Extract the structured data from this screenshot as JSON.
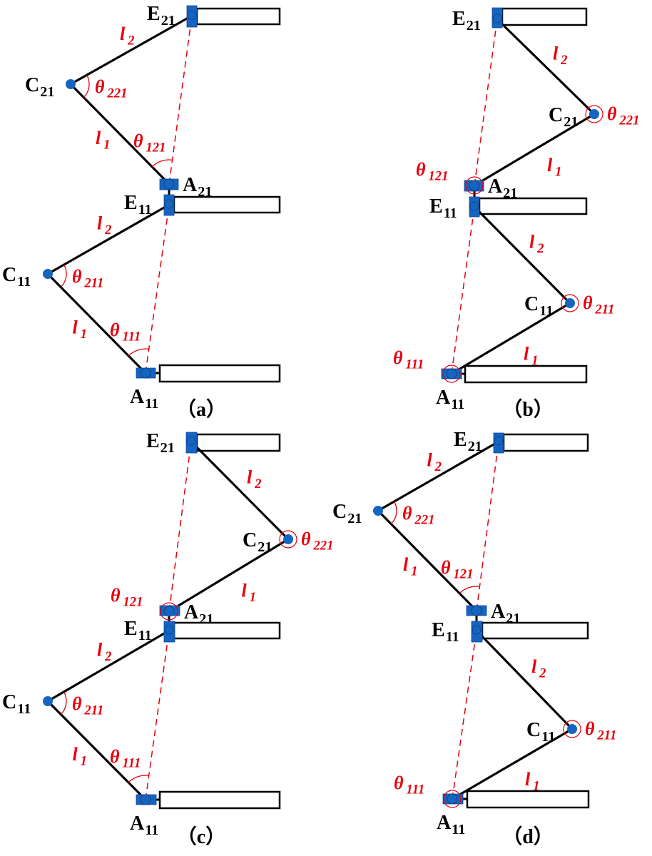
{
  "figure": {
    "description": "Four configurations of a two-module stacked linkage mechanism",
    "colors": {
      "link": "#000000",
      "joint": "#1565c0",
      "annotation": "#e8000b",
      "bar_fill": "#ffffff"
    },
    "panels": [
      {
        "id": "a",
        "caption": "（a）",
        "upper_module": {
          "end_label": "E",
          "end_sub": "21",
          "knee_label": "C",
          "knee_sub": "21",
          "base_label": "A",
          "base_sub": "21",
          "link_upper": "l",
          "link_upper_sub": "2",
          "link_lower": "l",
          "link_lower_sub": "1",
          "knee_angle": "θ",
          "knee_angle_sub": "221",
          "base_angle": "θ",
          "base_angle_sub": "121"
        },
        "lower_module": {
          "end_label": "E",
          "end_sub": "11",
          "knee_label": "C",
          "knee_sub": "11",
          "base_label": "A",
          "base_sub": "11",
          "link_upper": "l",
          "link_upper_sub": "2",
          "link_lower": "l",
          "link_lower_sub": "1",
          "knee_angle": "θ",
          "knee_angle_sub": "211",
          "base_angle": "θ",
          "base_angle_sub": "111"
        }
      },
      {
        "id": "b",
        "caption": "（b）",
        "upper_module": {
          "end_label": "E",
          "end_sub": "21",
          "knee_label": "C",
          "knee_sub": "21",
          "base_label": "A",
          "base_sub": "21",
          "link_upper": "l",
          "link_upper_sub": "2",
          "link_lower": "l",
          "link_lower_sub": "1",
          "knee_angle": "θ",
          "knee_angle_sub": "221",
          "base_angle": "θ",
          "base_angle_sub": "121"
        },
        "lower_module": {
          "end_label": "E",
          "end_sub": "11",
          "knee_label": "C",
          "knee_sub": "11",
          "base_label": "A",
          "base_sub": "11",
          "link_upper": "l",
          "link_upper_sub": "2",
          "link_lower": "l",
          "link_lower_sub": "1",
          "knee_angle": "θ",
          "knee_angle_sub": "211",
          "base_angle": "θ",
          "base_angle_sub": "111"
        }
      },
      {
        "id": "c",
        "caption": "（c）",
        "upper_module": {
          "end_label": "E",
          "end_sub": "21",
          "knee_label": "C",
          "knee_sub": "21",
          "base_label": "A",
          "base_sub": "21",
          "link_upper": "l",
          "link_upper_sub": "2",
          "link_lower": "l",
          "link_lower_sub": "1",
          "knee_angle": "θ",
          "knee_angle_sub": "221",
          "base_angle": "θ",
          "base_angle_sub": "121"
        },
        "lower_module": {
          "end_label": "E",
          "end_sub": "11",
          "knee_label": "C",
          "knee_sub": "11",
          "base_label": "A",
          "base_sub": "11",
          "link_upper": "l",
          "link_upper_sub": "2",
          "link_lower": "l",
          "link_lower_sub": "1",
          "knee_angle": "θ",
          "knee_angle_sub": "211",
          "base_angle": "θ",
          "base_angle_sub": "111"
        }
      },
      {
        "id": "d",
        "caption": "（d）",
        "upper_module": {
          "end_label": "E",
          "end_sub": "21",
          "knee_label": "C",
          "knee_sub": "21",
          "base_label": "A",
          "base_sub": "21",
          "link_upper": "l",
          "link_upper_sub": "2",
          "link_lower": "l",
          "link_lower_sub": "1",
          "knee_angle": "θ",
          "knee_angle_sub": "221",
          "base_angle": "θ",
          "base_angle_sub": "121"
        },
        "lower_module": {
          "end_label": "E",
          "end_sub": "11",
          "knee_label": "C",
          "knee_sub": "11",
          "base_label": "A",
          "base_sub": "11",
          "link_upper": "l",
          "link_upper_sub": "2",
          "link_lower": "l",
          "link_lower_sub": "1",
          "knee_angle": "θ",
          "knee_angle_sub": "211",
          "base_angle": "θ",
          "base_angle_sub": "111"
        }
      }
    ]
  }
}
